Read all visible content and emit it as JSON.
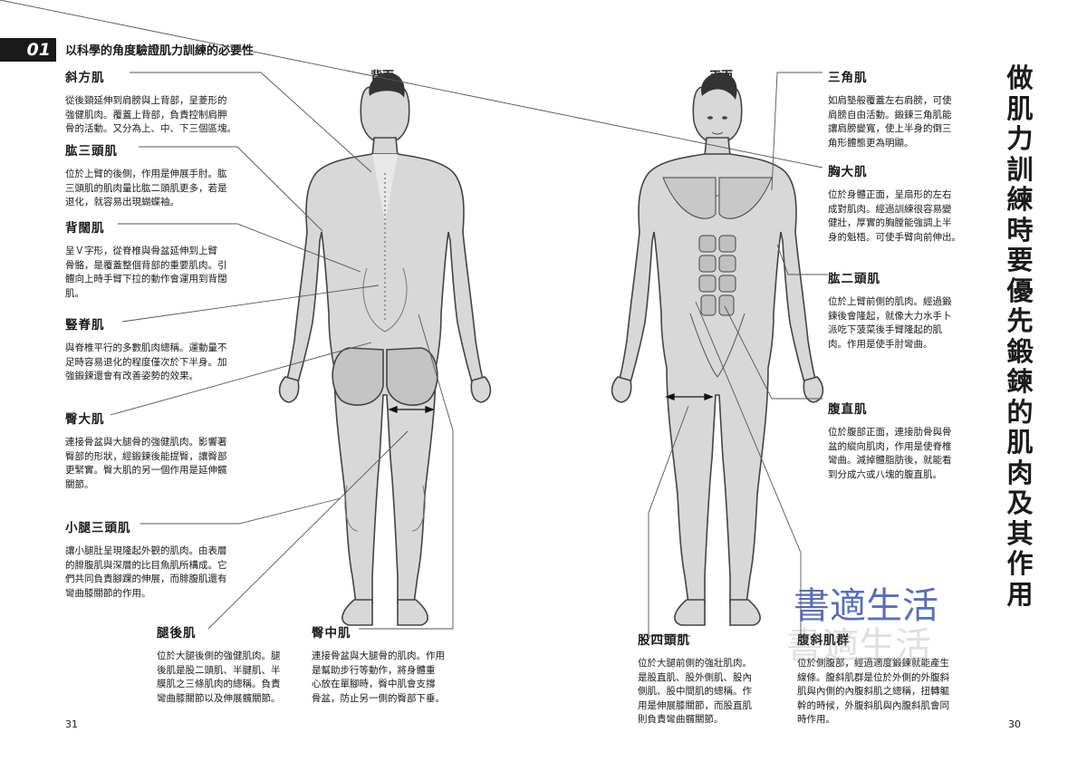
{
  "header": {
    "chapter_number": "01",
    "chapter_title": "以科學的角度驗證肌力訓練的必要性"
  },
  "views": {
    "back": "背面",
    "front": "正面"
  },
  "side_title": "做肌力訓練時要優先鍛鍊的肌肉及其作用",
  "muscles": {
    "trapezius": {
      "name": "斜方肌",
      "desc": "從後頸延伸到肩膀與上背部，呈菱形的\n強健肌肉。覆蓋上背部，負責控制肩胛\n骨的活動。又分為上、中、下三個區塊。"
    },
    "triceps": {
      "name": "肱三頭肌",
      "desc": "位於上臂的後側，作用是伸展手肘。肱\n三頭肌的肌肉量比肱二頭肌更多，若是\n退化，就容易出現蝴蝶袖。"
    },
    "latissimus": {
      "name": "背闊肌",
      "desc": "呈Ｖ字形，從脊椎與骨盆延伸到上臂\n骨骼，是覆蓋整個背部的重要肌肉。引\n體向上時手臂下拉的動作會運用到背闊\n肌。"
    },
    "erector": {
      "name": "豎脊肌",
      "desc": "與脊椎平行的多數肌肉總稱。運動量不\n足時容易退化的程度僅次於下半身。加\n強鍛鍊還會有改善姿勢的效果。"
    },
    "gluteus_max": {
      "name": "臀大肌",
      "desc": "連接骨盆與大腿骨的強健肌肉。影響著\n臀部的形狀，經鍛鍊後能提臀，讓臀部\n更緊實。臀大肌的另一個作用是延伸髖\n關節。"
    },
    "calf": {
      "name": "小腿三頭肌",
      "desc": "讓小腿肚呈現隆起外觀的肌肉。由表層\n的腓腹肌與深層的比目魚肌所構成。它\n們共同負責腳踝的伸展，而腓腹肌還有\n彎曲膝關節的作用。"
    },
    "hamstrings": {
      "name": "腿後肌",
      "desc": "位於大腿後側的強健肌肉。腿\n後肌是股二頭肌、半腱肌、半\n膜肌之三條肌肉的總稱。負責\n彎曲膝關節以及伸展髖關節。"
    },
    "gluteus_med": {
      "name": "臀中肌",
      "desc": "連接骨盆與大腿骨的肌肉。作用\n是幫助步行等動作，將身體重\n心放在單腳時，臀中肌會支撐\n骨盆，防止另一側的臀部下垂。"
    },
    "deltoid": {
      "name": "三角肌",
      "desc": "如肩墊般覆蓋左右肩膀，可使\n肩膀自由活動。鍛鍊三角肌能\n讓肩膀變寬，使上半身的倒三\n角形體態更為明顯。"
    },
    "pectoralis": {
      "name": "胸大肌",
      "desc": "位於身體正面，呈扇形的左右\n成對肌肉。經過訓練很容易變\n健壯，厚實的胸膛能強調上半\n身的魁梧。可使手臂向前伸出。"
    },
    "biceps": {
      "name": "肱二頭肌",
      "desc": "位於上臂前側的肌肉。經過鍛\n鍊後會隆起，就像大力水手卜\n派吃下菠菜後手臂隆起的肌\n肉。作用是使手肘彎曲。"
    },
    "rectus": {
      "name": "腹直肌",
      "desc": "位於腹部正面，連接肋骨與骨\n盆的縱向肌肉，作用是使脊椎\n彎曲。減掉體脂肪後，就能看\n到分成六或八塊的腹直肌。"
    },
    "quadriceps": {
      "name": "股四頭肌",
      "desc": "位於大腿前側的強壯肌肉。\n是股直肌、股外側肌、股內\n側肌、股中間肌的總稱。作\n用是伸展膝關節，而股直肌\n則負責彎曲髖關節。"
    },
    "obliques": {
      "name": "腹斜肌群",
      "desc": "位於側腹部，經過適度鍛鍊就能產生\n線條。腹斜肌群是位於外側的外腹斜\n肌與內側的內腹斜肌之總稱，扭轉軀\n幹的時候，外腹斜肌與內腹斜肌會同\n時作用。"
    }
  },
  "watermark": "書適生活",
  "page_numbers": {
    "left": "31",
    "right": "30"
  }
}
